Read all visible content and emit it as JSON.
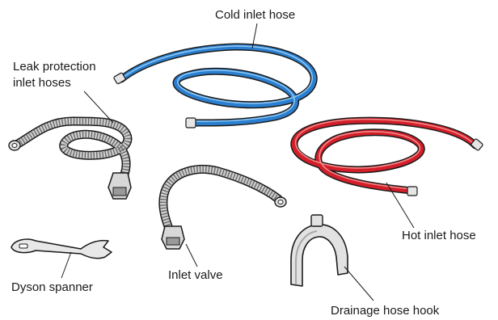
{
  "labels": {
    "cold_inlet_hose": "Cold inlet hose",
    "leak_protection_line1": "Leak protection",
    "leak_protection_line2": "inlet hoses",
    "hot_inlet_hose": "Hot inlet hose",
    "inlet_valve": "Inlet valve",
    "dyson_spanner": "Dyson spanner",
    "drainage_hose_hook": "Drainage hose hook"
  },
  "colors": {
    "cold_hose": "#2b7fd0",
    "cold_hose_highlight": "#8cc6f2",
    "hot_hose": "#d41f2a",
    "hot_hose_highlight": "#f28a8a",
    "metal": "#c9c9c9",
    "metal_dark": "#8a8a8a",
    "hook_fill": "#e2e2e2",
    "outline": "#1a1a1a"
  }
}
